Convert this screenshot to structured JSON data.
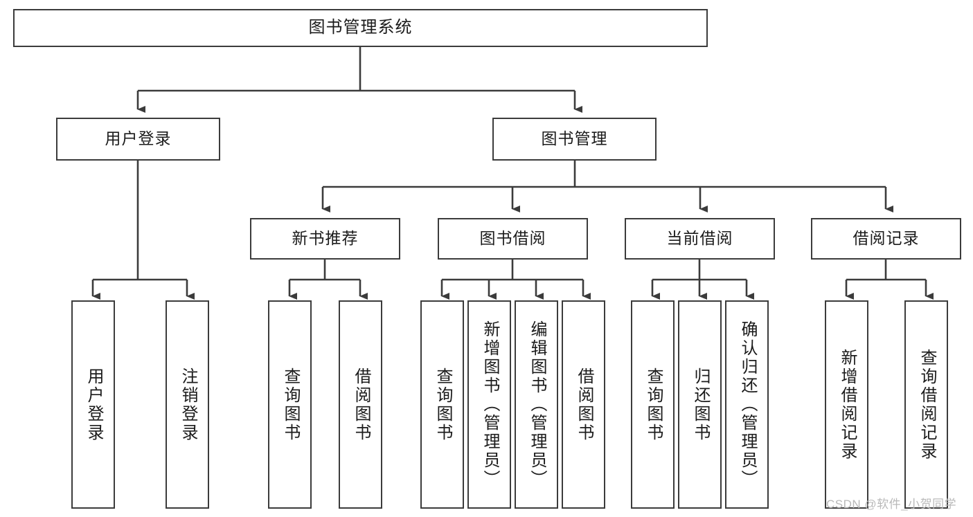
{
  "diagram": {
    "type": "tree-flowchart",
    "title": "图书管理系统",
    "root": {
      "label": "图书管理系统"
    },
    "level2": [
      {
        "label": "用户登录"
      },
      {
        "label": "图书管理"
      }
    ],
    "level3": [
      {
        "label": "新书推荐"
      },
      {
        "label": "图书借阅"
      },
      {
        "label": "当前借阅"
      },
      {
        "label": "借阅记录"
      }
    ],
    "leaves": {
      "user_login": [
        {
          "label": "用户登录"
        },
        {
          "label": "注销登录"
        }
      ],
      "new_book_recommend": [
        {
          "label": "查询图书"
        },
        {
          "label": "借阅图书"
        }
      ],
      "book_borrow": [
        {
          "label": "查询图书"
        },
        {
          "label": "新增图书（管理员）"
        },
        {
          "label": "编辑图书（管理员）"
        },
        {
          "label": "借阅图书"
        }
      ],
      "current_borrow": [
        {
          "label": "查询图书"
        },
        {
          "label": "归还图书"
        },
        {
          "label": "确认归还（管理员）"
        }
      ],
      "borrow_record": [
        {
          "label": "新增借阅记录"
        },
        {
          "label": "查询借阅记录"
        }
      ]
    }
  },
  "watermark": {
    "text": "CSDN @软件_小贺同学"
  },
  "colors": {
    "stroke": "#3b3b3b",
    "fill": "#ffffff",
    "text": "#1b1b1b",
    "watermark": "#b9b9b9"
  }
}
